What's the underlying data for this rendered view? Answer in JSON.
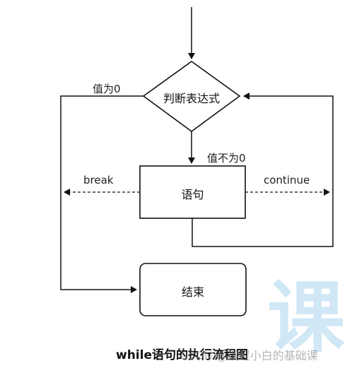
{
  "diagram": {
    "condition": "判断表达式",
    "statement": "语句",
    "end": "结束",
    "edge_zero": "值为0",
    "edge_nonzero": "值不为0",
    "edge_break": "break",
    "edge_continue": "continue"
  },
  "caption": "while语句的执行流程图",
  "watermark": "CSDN @编程小白的基础课",
  "watermark_logo": "课"
}
